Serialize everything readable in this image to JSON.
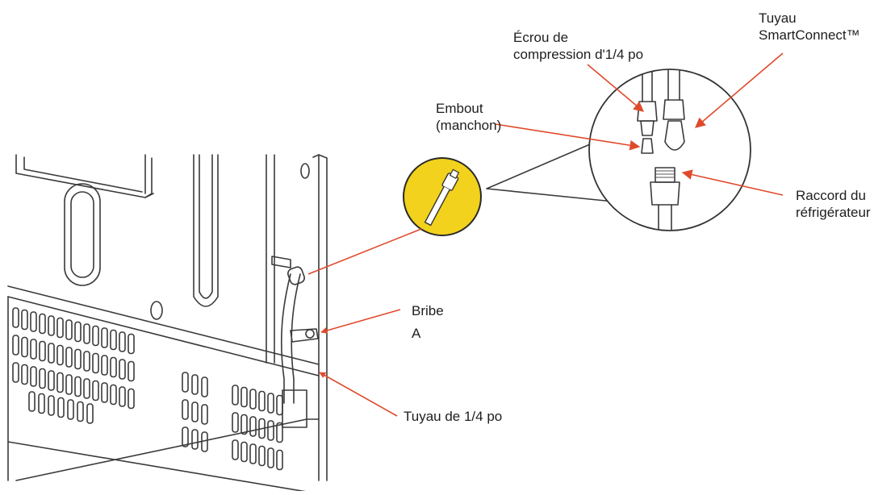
{
  "labels": {
    "compression_nut": {
      "line1": "Écrou de",
      "line2": "compression d'1/4 po"
    },
    "smartconnect_tube": {
      "line1": "Tuyau",
      "line2": "SmartConnect™"
    },
    "insert_sleeve": {
      "line1": "Embout",
      "line2": "(manchon)"
    },
    "fridge_connector": {
      "line1": "Raccord du",
      "line2": "réfrigérateur"
    },
    "clip": {
      "line1": "Bribe",
      "line2": "A"
    },
    "quarter_tube": {
      "line1": "Tuyau de 1/4 po"
    }
  },
  "colors": {
    "callout_arrow": "#e04a2c",
    "highlight_circle": "#f2d21c",
    "line_art": "#3a3a3a"
  }
}
